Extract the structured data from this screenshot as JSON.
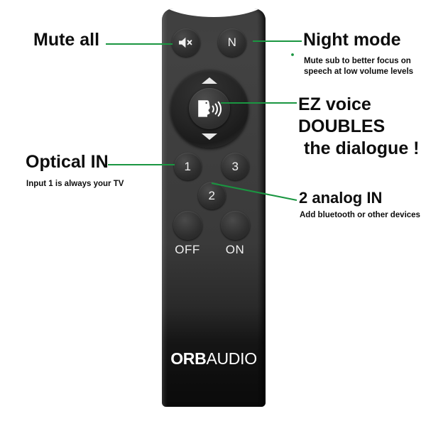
{
  "page": {
    "background_color": "#ffffff",
    "accent_color": "#1a9641",
    "text_color": "#0d0d0d"
  },
  "device": {
    "name": "Orb Audio remote control",
    "brand_bold": "ORB",
    "brand_light": "AUDIO",
    "body_color_top": "#3f3f3f",
    "body_color_bottom": "#0b0b0b"
  },
  "buttons": {
    "mute": {
      "label": "",
      "icon": "speaker-mute-icon"
    },
    "night": {
      "label": "N",
      "icon": "letter-n"
    },
    "dpad_up": {
      "icon": "triangle-up-icon"
    },
    "dpad_down": {
      "icon": "triangle-down-icon"
    },
    "ez_voice": {
      "icon": "speech-head-icon"
    },
    "input_1": {
      "label": "1"
    },
    "input_3": {
      "label": "3"
    },
    "input_2": {
      "label": "2"
    },
    "power_off": {
      "label": "OFF"
    },
    "power_on": {
      "label": "ON"
    }
  },
  "annotations": [
    {
      "id": "mute-all",
      "title": "Mute all",
      "subtitle": "",
      "side": "left"
    },
    {
      "id": "optical-in",
      "title": "Optical IN",
      "subtitle": "Input 1 is always your TV",
      "side": "left"
    },
    {
      "id": "night-mode",
      "title": "Night mode",
      "subtitle": "Mute sub to better focus on speech at low volume levels",
      "side": "right"
    },
    {
      "id": "ez-voice",
      "title_line_1": "EZ voice",
      "title_line_2": "DOUBLES",
      "title_line_3": "the dialogue !",
      "side": "right"
    },
    {
      "id": "analog-in",
      "title": "2 analog IN",
      "subtitle": "Add bluetooth or other devices",
      "side": "right"
    }
  ]
}
